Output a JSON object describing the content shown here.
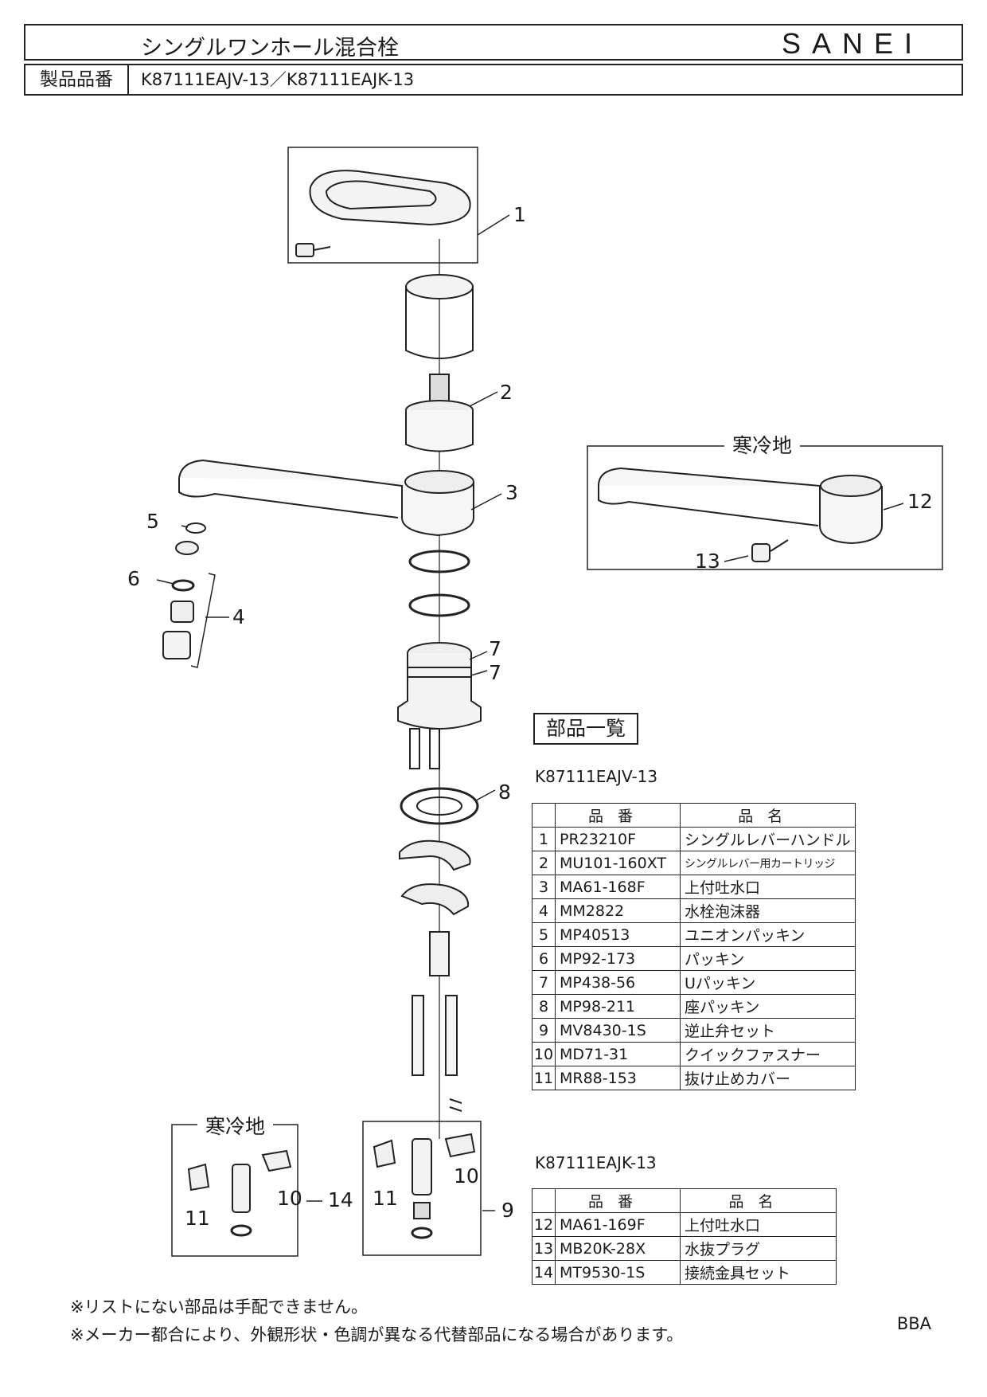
{
  "header": {
    "title": "シングルワンホール混合栓",
    "brand": "SANEI",
    "product_no_label": "製品品番",
    "product_no_value": "K87111EAJV-13／K87111EAJK-13"
  },
  "diagram": {
    "callouts": [
      "1",
      "2",
      "3",
      "4",
      "5",
      "6",
      "7",
      "7",
      "8",
      "9",
      "10",
      "11",
      "10",
      "11",
      "12",
      "13",
      "14"
    ],
    "cold_region_label": "寒冷地"
  },
  "parts_list": {
    "title": "部品一覧",
    "header_code": "品番",
    "header_name": "品名",
    "models": [
      {
        "model": "K87111EAJV-13",
        "rows": [
          {
            "no": "1",
            "code": "PR23210F",
            "name": "シングルレバーハンドル"
          },
          {
            "no": "2",
            "code": "MU101-160XT",
            "name": "シングルレバー用カートリッジ"
          },
          {
            "no": "3",
            "code": "MA61-168F",
            "name": "上付吐水口"
          },
          {
            "no": "4",
            "code": "MM2822",
            "name": "水栓泡沫器"
          },
          {
            "no": "5",
            "code": "MP40513",
            "name": "ユニオンパッキン"
          },
          {
            "no": "6",
            "code": "MP92-173",
            "name": "パッキン"
          },
          {
            "no": "7",
            "code": "MP438-56",
            "name": "Uパッキン"
          },
          {
            "no": "8",
            "code": "MP98-211",
            "name": "座パッキン"
          },
          {
            "no": "9",
            "code": "MV8430-1S",
            "name": "逆止弁セット"
          },
          {
            "no": "10",
            "code": "MD71-31",
            "name": "クイックファスナー"
          },
          {
            "no": "11",
            "code": "MR88-153",
            "name": "抜け止めカバー"
          }
        ]
      },
      {
        "model": "K87111EAJK-13",
        "rows": [
          {
            "no": "12",
            "code": "MA61-169F",
            "name": "上付吐水口"
          },
          {
            "no": "13",
            "code": "MB20K-28X",
            "name": "水抜プラグ"
          },
          {
            "no": "14",
            "code": "MT9530-1S",
            "name": "接続金具セット"
          }
        ]
      }
    ]
  },
  "notes": [
    "※リストにない部品は手配できません。",
    "※メーカー都合により、外観形状・色調が異なる代替部品になる場合があります。"
  ],
  "doc_code": "BBA"
}
